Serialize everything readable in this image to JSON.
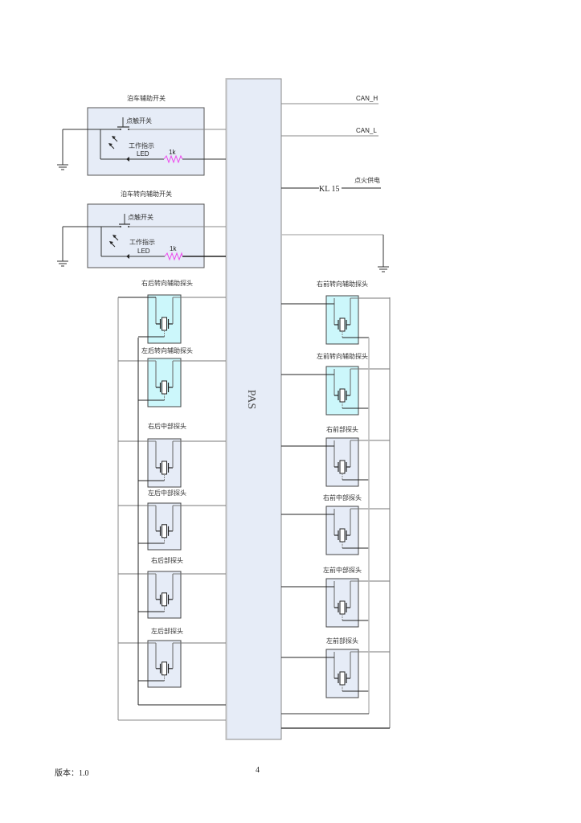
{
  "diagram": {
    "module_label": "PAS",
    "switches": [
      {
        "title": "泊车辅助开关",
        "button_label": "点触开关",
        "led_label": "工作指示",
        "led_text": "LED",
        "resistor": "1k"
      },
      {
        "title": "泊车转向辅助开关",
        "button_label": "点触开关",
        "led_label": "工作指示",
        "led_text": "LED",
        "resistor": "1k"
      }
    ],
    "right_signals": {
      "can_h": "CAN_H",
      "can_l": "CAN_L",
      "kl15": "KL 15",
      "kl15_desc": "点火供电"
    },
    "left_sensors": [
      {
        "label": "右后转向辅助探头",
        "kind": "turn"
      },
      {
        "label": "左后转向辅助探头",
        "kind": "turn"
      },
      {
        "label": "右后中部探头",
        "kind": "normal"
      },
      {
        "label": "左后中部探头",
        "kind": "normal"
      },
      {
        "label": "右后部探头",
        "kind": "normal"
      },
      {
        "label": "左后部探头",
        "kind": "normal"
      }
    ],
    "right_sensors": [
      {
        "label": "右前转向辅助探头",
        "kind": "turn"
      },
      {
        "label": "左前转向辅助探头",
        "kind": "turn"
      },
      {
        "label": "右前部探头",
        "kind": "normal"
      },
      {
        "label": "右前中部探头",
        "kind": "normal"
      },
      {
        "label": "左前中部探头",
        "kind": "normal"
      },
      {
        "label": "左前部探头",
        "kind": "normal"
      }
    ],
    "colors": {
      "module_fill": "#e6ecf7",
      "turn_sensor_fill": "#ccf7fb",
      "normal_sensor_fill": "#e6ecf7",
      "switch_fill": "#e6ecf7",
      "resistor": "#ee44ee"
    }
  },
  "footer": {
    "version": "版本：1.0",
    "page_number": "4"
  }
}
